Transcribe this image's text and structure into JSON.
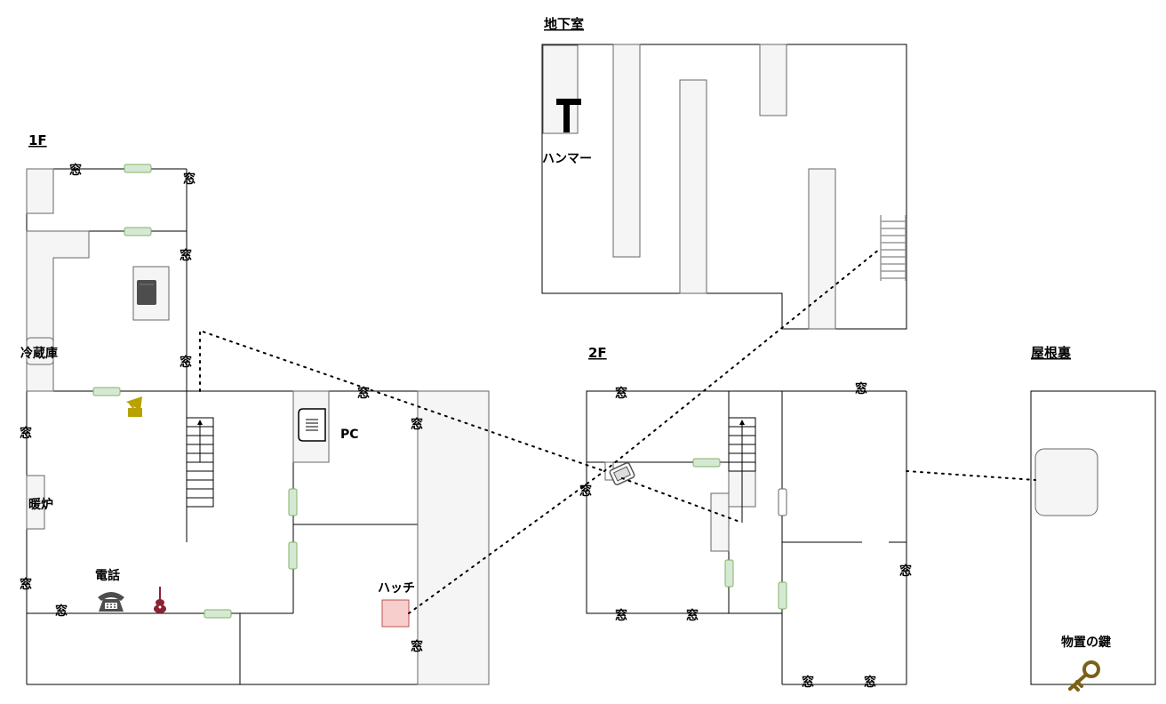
{
  "floors": {
    "basement": "地下室",
    "first": "1F",
    "second": "2F",
    "attic": "屋根裏"
  },
  "labels": {
    "hammer": "ハンマー",
    "fridge": "冷蔵庫",
    "fireplace": "暖炉",
    "phone": "電話",
    "pc": "PC",
    "hatch": "ハッチ",
    "shed_key": "物置の鍵"
  },
  "window_label": "窓",
  "icons": [
    "hammer-icon",
    "book-icon",
    "gramophone-icon",
    "telephone-icon",
    "guitar-icon",
    "pc-icon",
    "ladder-icon",
    "tablet-icon",
    "key-icon",
    "staircase-icon"
  ],
  "colors": {
    "door": "#d5e8d4",
    "hatch": "#f8cecc",
    "gramophone": "#b8a200",
    "guitar": "#8b2232",
    "key": "#7a6118"
  }
}
